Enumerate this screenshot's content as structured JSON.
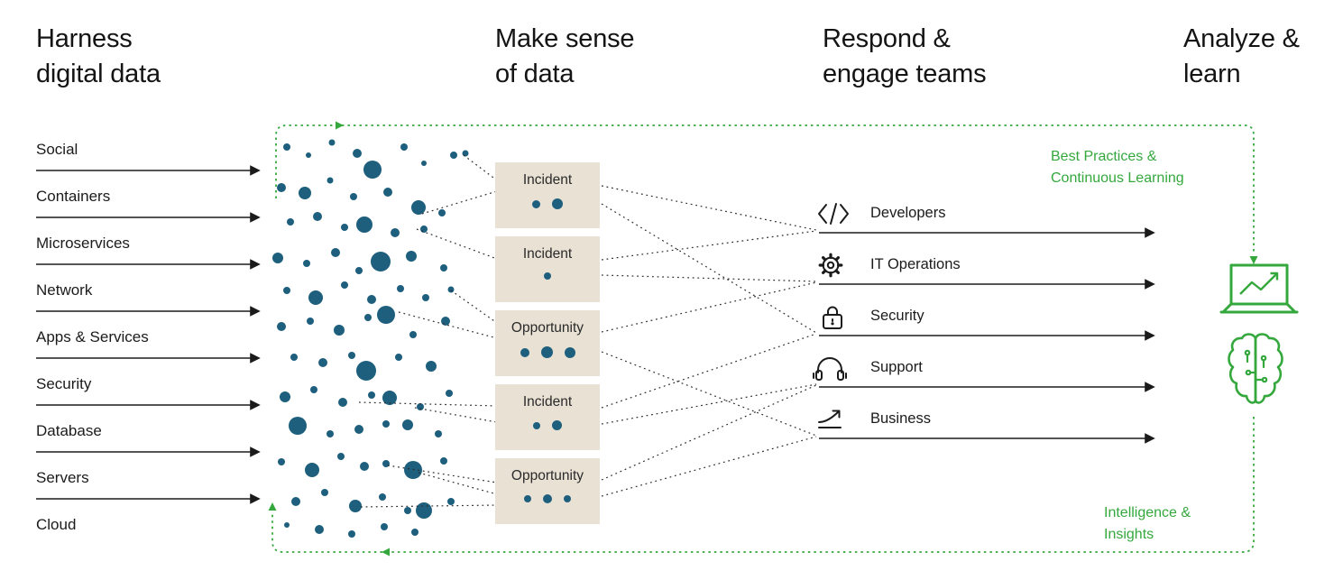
{
  "headers": {
    "col1": "Harness\ndigital data",
    "col2": "Make sense\nof data",
    "col3": "Respond &\nengage teams",
    "col4": "Analyze &\nlearn"
  },
  "sources": [
    {
      "label": "Social"
    },
    {
      "label": "Containers"
    },
    {
      "label": "Microservices"
    },
    {
      "label": "Network"
    },
    {
      "label": "Apps & Services"
    },
    {
      "label": "Security"
    },
    {
      "label": "Database"
    },
    {
      "label": "Servers"
    },
    {
      "label": "Cloud"
    }
  ],
  "boxes": [
    {
      "label": "Incident",
      "dot_sizes": [
        9,
        12
      ]
    },
    {
      "label": "Incident",
      "dot_sizes": [
        8
      ]
    },
    {
      "label": "Opportunity",
      "dot_sizes": [
        10,
        13,
        12
      ]
    },
    {
      "label": "Incident",
      "dot_sizes": [
        8,
        11
      ]
    },
    {
      "label": "Opportunity",
      "dot_sizes": [
        8,
        10,
        8
      ]
    }
  ],
  "teams": [
    {
      "label": "Developers",
      "icon": "code-icon"
    },
    {
      "label": "IT Operations",
      "icon": "gear-icon"
    },
    {
      "label": "Security",
      "icon": "lock-icon"
    },
    {
      "label": "Support",
      "icon": "headset-icon"
    },
    {
      "label": "Business",
      "icon": "trend-up-icon"
    }
  ],
  "annotations": {
    "top_right": "Best Practices &\nContinuous Learning",
    "bottom_right": "Intelligence &\nInsights"
  },
  "colors": {
    "dot_teal": "#1d5f7d",
    "box_beige": "#e8e1d4",
    "accent_green": "#35a83d",
    "text": "#1b1b1b"
  },
  "dot_cloud": {
    "points": [
      [
        318,
        163,
        4
      ],
      [
        342,
        172,
        3
      ],
      [
        368,
        158,
        3.5
      ],
      [
        396,
        170,
        5
      ],
      [
        413,
        188,
        10
      ],
      [
        448,
        163,
        4
      ],
      [
        470,
        181,
        3
      ],
      [
        503,
        172,
        4
      ],
      [
        516,
        170,
        3.5
      ],
      [
        312,
        208,
        5
      ],
      [
        338,
        214,
        7
      ],
      [
        366,
        200,
        3.5
      ],
      [
        392,
        218,
        4
      ],
      [
        430,
        213,
        5
      ],
      [
        464,
        230,
        8
      ],
      [
        490,
        236,
        4
      ],
      [
        322,
        246,
        4
      ],
      [
        352,
        240,
        5
      ],
      [
        382,
        252,
        4
      ],
      [
        404,
        249,
        9
      ],
      [
        438,
        258,
        5
      ],
      [
        470,
        254,
        4
      ],
      [
        308,
        286,
        6
      ],
      [
        340,
        292,
        4
      ],
      [
        372,
        280,
        5
      ],
      [
        398,
        300,
        4
      ],
      [
        422,
        290,
        11
      ],
      [
        456,
        284,
        6
      ],
      [
        492,
        297,
        4
      ],
      [
        318,
        322,
        4
      ],
      [
        350,
        330,
        8
      ],
      [
        382,
        316,
        4
      ],
      [
        412,
        332,
        5
      ],
      [
        444,
        320,
        4
      ],
      [
        472,
        330,
        4
      ],
      [
        500,
        321,
        3.5
      ],
      [
        312,
        362,
        5
      ],
      [
        344,
        356,
        4
      ],
      [
        376,
        366,
        6
      ],
      [
        408,
        352,
        4
      ],
      [
        428,
        349,
        10
      ],
      [
        458,
        371,
        4
      ],
      [
        494,
        356,
        5
      ],
      [
        326,
        396,
        4
      ],
      [
        358,
        402,
        5
      ],
      [
        390,
        394,
        4
      ],
      [
        406,
        411,
        11
      ],
      [
        442,
        396,
        4
      ],
      [
        478,
        406,
        6
      ],
      [
        316,
        440,
        6
      ],
      [
        348,
        432,
        4
      ],
      [
        380,
        446,
        5
      ],
      [
        412,
        438,
        4
      ],
      [
        432,
        441,
        8
      ],
      [
        466,
        451,
        4
      ],
      [
        498,
        436,
        4
      ],
      [
        330,
        472,
        10
      ],
      [
        366,
        481,
        4
      ],
      [
        398,
        476,
        5
      ],
      [
        428,
        470,
        4
      ],
      [
        452,
        471,
        6
      ],
      [
        486,
        481,
        4
      ],
      [
        312,
        512,
        4
      ],
      [
        346,
        521,
        8
      ],
      [
        378,
        506,
        4
      ],
      [
        404,
        517,
        5
      ],
      [
        428,
        514,
        4
      ],
      [
        458,
        521,
        10
      ],
      [
        492,
        511,
        4
      ],
      [
        328,
        556,
        5
      ],
      [
        360,
        546,
        4
      ],
      [
        394,
        561,
        7
      ],
      [
        424,
        551,
        4
      ],
      [
        452,
        566,
        4
      ],
      [
        470,
        566,
        9
      ],
      [
        500,
        556,
        4
      ],
      [
        318,
        582,
        3
      ],
      [
        354,
        587,
        5
      ],
      [
        390,
        592,
        4
      ],
      [
        426,
        584,
        4
      ],
      [
        460,
        590,
        4
      ]
    ]
  }
}
